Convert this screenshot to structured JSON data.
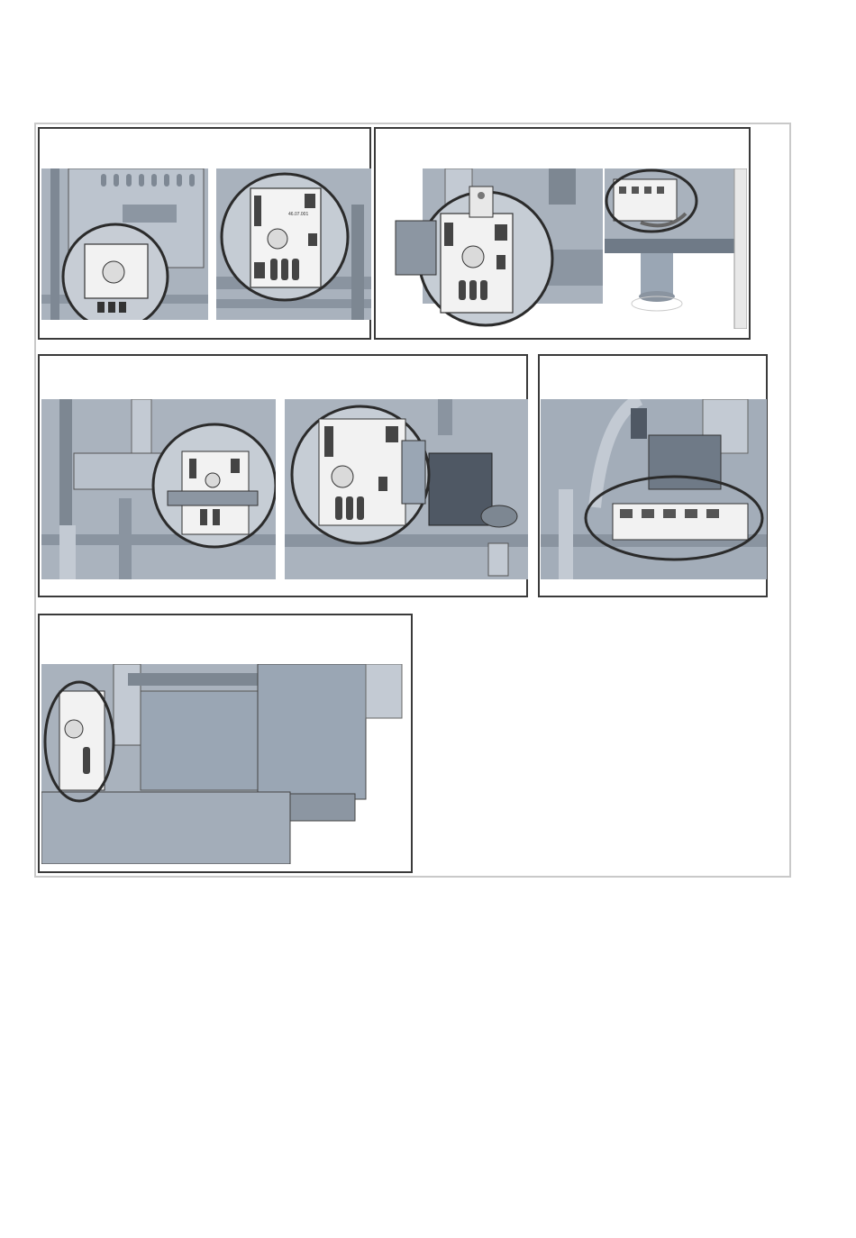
{
  "page": {
    "background": "#ffffff",
    "frame_color": "#c9c9c9",
    "panel_border_color": "#3a3a3a"
  },
  "figure": {
    "panels": [
      {
        "id": "panel-1",
        "images": 2,
        "highlight": "circle"
      },
      {
        "id": "panel-2",
        "images": 2,
        "highlight": "circle"
      },
      {
        "id": "panel-3",
        "images": 2,
        "highlight": "circle"
      },
      {
        "id": "panel-4",
        "images": 1,
        "highlight": "ellipse"
      },
      {
        "id": "panel-5",
        "images": 1,
        "highlight": "ellipse"
      }
    ],
    "colors": {
      "metal_light": "#c3cad3",
      "metal_mid": "#9aa6b4",
      "metal_dark": "#6f7a87",
      "highlight_ring": "#2b2b2b",
      "component_white": "#f2f2f2"
    },
    "board_label": "46.07.001"
  }
}
